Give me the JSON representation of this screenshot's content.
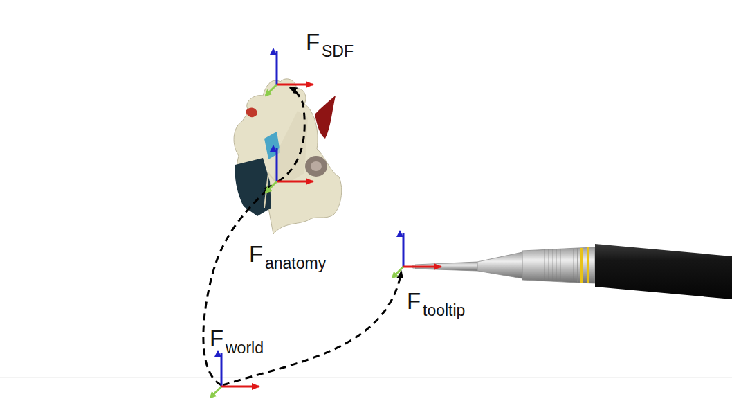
{
  "diagram": {
    "labels": [
      "F",
      "SDF",
      "F",
      "anatomy",
      "F",
      "tooltip",
      "F",
      "world"
    ]
  }
}
